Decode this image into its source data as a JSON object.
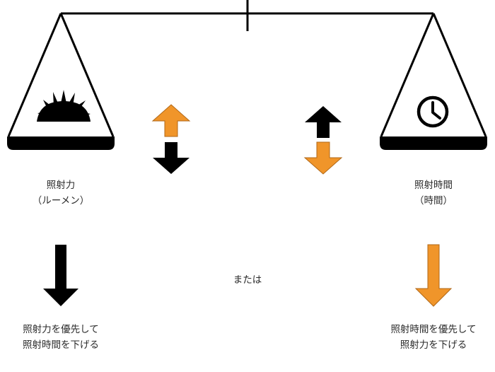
{
  "colors": {
    "orange": "#f0952a",
    "black": "#000000",
    "background": "#ffffff"
  },
  "left_pan": {
    "icon": "sunburst-icon",
    "label_line1": "照射力",
    "label_line2": "（ルーメン）"
  },
  "right_pan": {
    "icon": "clock-icon",
    "label_line1": "照射時間",
    "label_line2": "（時間）"
  },
  "left_indicator": {
    "up_arrow_color": "orange",
    "down_arrow_color": "black"
  },
  "right_indicator": {
    "up_arrow_color": "black",
    "down_arrow_color": "orange"
  },
  "center_text": "または",
  "left_result": {
    "arrow_color": "black",
    "line1": "照射力を優先して",
    "line2": "照射時間を下げる"
  },
  "right_result": {
    "arrow_color": "orange",
    "line1": "照射時間を優先して",
    "line2": "照射力を下げる"
  }
}
